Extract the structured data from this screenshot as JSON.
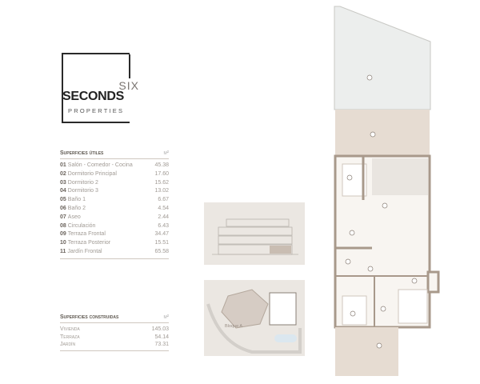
{
  "logo": {
    "line1": "SIX",
    "line2": "SECONDS",
    "line3": "PROPERTIES"
  },
  "useful": {
    "title": "Superficies útiles",
    "unit": "m²",
    "rows": [
      {
        "num": "01",
        "name": "Salón - Comedor - Cocina",
        "value": "45.38"
      },
      {
        "num": "02",
        "name": "Dormitorio Principal",
        "value": "17.60"
      },
      {
        "num": "03",
        "name": "Dormitorio 2",
        "value": "15.62"
      },
      {
        "num": "04",
        "name": "Dormitorio 3",
        "value": "13.02"
      },
      {
        "num": "05",
        "name": "Baño 1",
        "value": "6.67"
      },
      {
        "num": "06",
        "name": "Baño 2",
        "value": "4.54"
      },
      {
        "num": "07",
        "name": "Aseo",
        "value": "2.44"
      },
      {
        "num": "08",
        "name": "Circulación",
        "value": "6.43"
      },
      {
        "num": "09",
        "name": "Terraza Frontal",
        "value": "34.47"
      },
      {
        "num": "10",
        "name": "Terraza Posterior",
        "value": "15.51"
      },
      {
        "num": "11",
        "name": "Jardín Frontal",
        "value": "65.58"
      }
    ]
  },
  "built": {
    "title": "Superficies construidas",
    "unit": "m²",
    "rows": [
      {
        "name": "Vivienda",
        "value": "145.03"
      },
      {
        "name": "Terraza",
        "value": "54.14"
      },
      {
        "name": "Jardín",
        "value": "73.31"
      }
    ]
  },
  "siteplan": {
    "label": "Bloque A"
  },
  "colors": {
    "wall": "#a8998b",
    "terrace": "#e6dcd2",
    "garden": "#eceeed",
    "thumb_bg": "#ebe7e2"
  }
}
